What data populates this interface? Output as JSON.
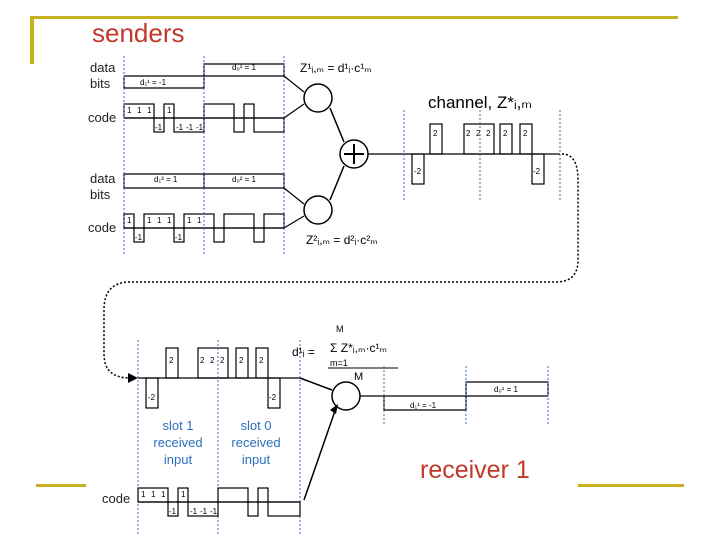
{
  "title": "senders",
  "receiver_title": "receiver 1",
  "labels": {
    "data_bits_1a": "data",
    "data_bits_1b": "bits",
    "code_1": "code",
    "data_bits_2a": "data",
    "data_bits_2b": "bits",
    "code_2": "code",
    "code_r": "code"
  },
  "sender1": {
    "bit_low": "d₁¹ = -1",
    "bit_high": "d₀¹ = 1",
    "code_values": [
      "1",
      "1",
      "1",
      "-1",
      "1",
      "-1",
      "-1",
      "-1"
    ],
    "equation": "Z¹ᵢ,ₘ = d¹ᵢ·c¹ₘ"
  },
  "sender2": {
    "bit_a": "d₁² = 1",
    "bit_b": "d₀² = 1",
    "code_values": [
      "1",
      "-1",
      "1",
      "1",
      "1",
      "-1",
      "1",
      "1"
    ],
    "equation": "Z²ᵢ,ₘ = d²ᵢ·c²ₘ"
  },
  "channel": {
    "label": "channel, Z*ᵢ,ₘ",
    "values_top": [
      "2",
      "2",
      "2",
      "2",
      "2",
      "2"
    ],
    "values_bottom": [
      "-2",
      "-2"
    ]
  },
  "receiver": {
    "equation_lhs": "d¹ᵢ =",
    "equation_sum": "Σ Z*ᵢ,ₘ·c¹ₘ",
    "equation_top": "M",
    "equation_bottom_idx": "m=1",
    "equation_denominator": "M",
    "out_high": "d₀¹ = 1",
    "out_low": "d₁¹ = -1",
    "slot1": [
      "slot 1",
      "received",
      "input"
    ],
    "slot0": [
      "slot 0",
      "received",
      "input"
    ],
    "code_values": [
      "1",
      "1",
      "1",
      "-1",
      "1",
      "-1",
      "-1",
      "-1"
    ]
  },
  "colors": {
    "accent_red": "#c0392b",
    "accent_blue": "#2c6fbf",
    "frame_gold": "#c9b020"
  }
}
